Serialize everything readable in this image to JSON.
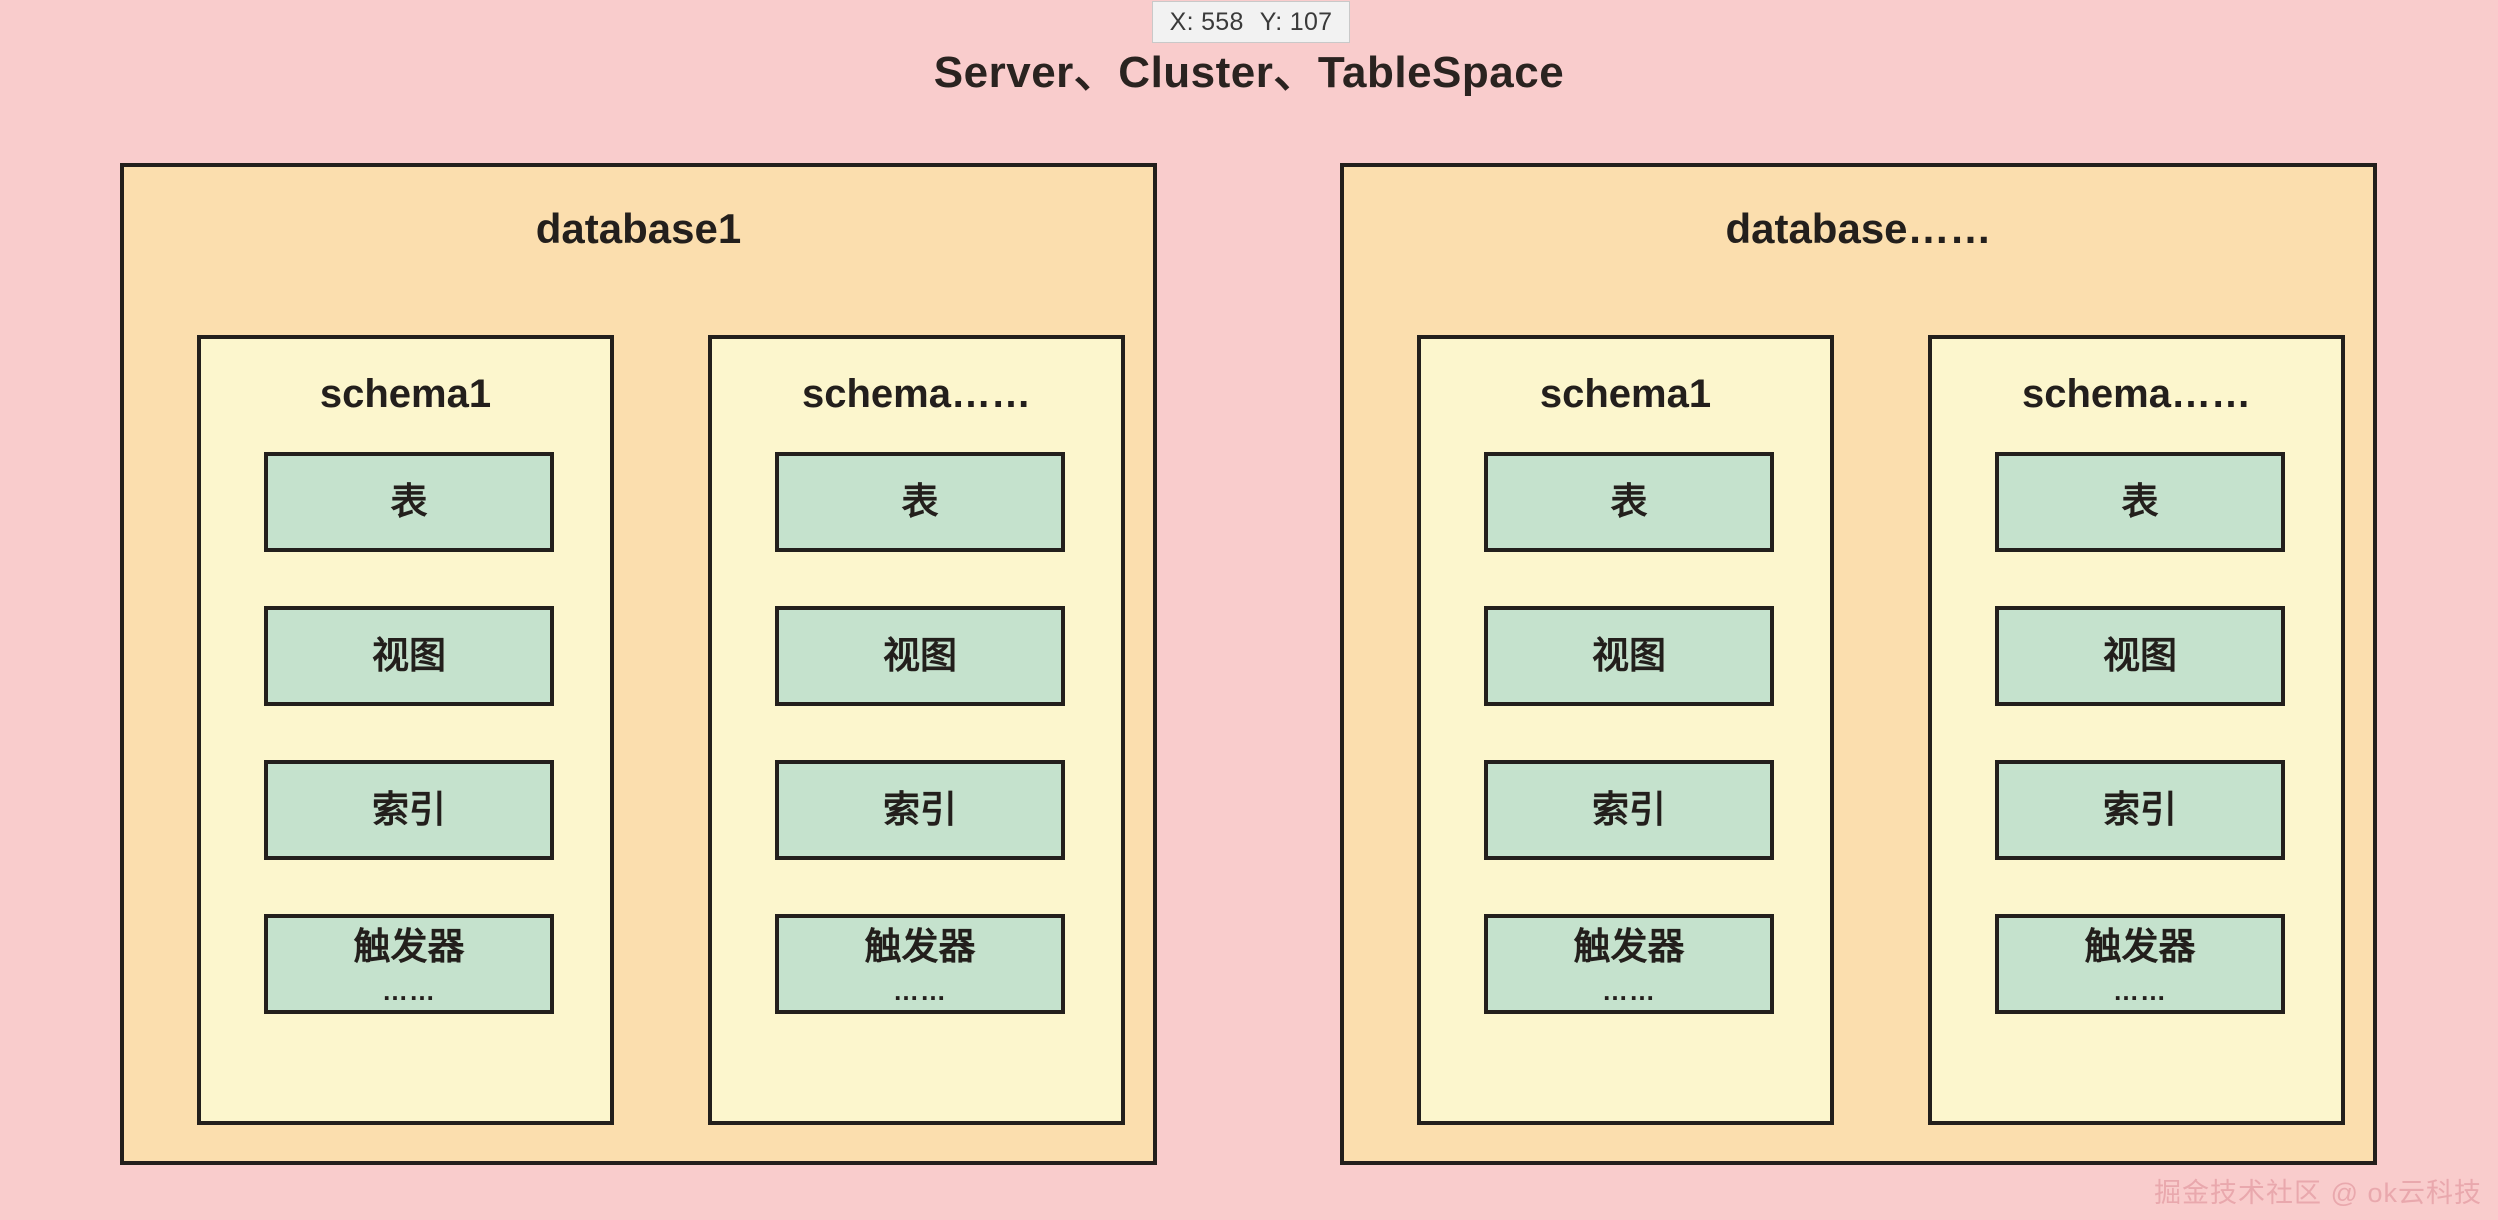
{
  "cursor_tooltip": {
    "x_label": "X: 558",
    "y_label": "Y: 107"
  },
  "page_title": "Server、Cluster、TableSpace",
  "watermark": "掘金技术社区 @ ok云科技",
  "colors": {
    "background": "#f9cccc",
    "database_fill": "#fbdeae",
    "schema_fill": "#fcf6cd",
    "object_fill": "#c5e2cd",
    "stroke": "#231f1c",
    "watermark": "#e9a8ad",
    "tooltip_bg": "#f2f2f2"
  },
  "databases": [
    {
      "title": "database1",
      "schemas": [
        {
          "title": "schema1",
          "objects": [
            {
              "label": "表",
              "ellipsis": ""
            },
            {
              "label": "视图",
              "ellipsis": ""
            },
            {
              "label": "索引",
              "ellipsis": ""
            },
            {
              "label": "触发器",
              "ellipsis": "……"
            }
          ]
        },
        {
          "title": "schema……",
          "objects": [
            {
              "label": "表",
              "ellipsis": ""
            },
            {
              "label": "视图",
              "ellipsis": ""
            },
            {
              "label": "索引",
              "ellipsis": ""
            },
            {
              "label": "触发器",
              "ellipsis": "……"
            }
          ]
        }
      ]
    },
    {
      "title": "database……",
      "schemas": [
        {
          "title": "schema1",
          "objects": [
            {
              "label": "表",
              "ellipsis": ""
            },
            {
              "label": "视图",
              "ellipsis": ""
            },
            {
              "label": "索引",
              "ellipsis": ""
            },
            {
              "label": "触发器",
              "ellipsis": "……"
            }
          ]
        },
        {
          "title": "schema……",
          "objects": [
            {
              "label": "表",
              "ellipsis": ""
            },
            {
              "label": "视图",
              "ellipsis": ""
            },
            {
              "label": "索引",
              "ellipsis": ""
            },
            {
              "label": "触发器",
              "ellipsis": "……"
            }
          ]
        }
      ]
    }
  ]
}
